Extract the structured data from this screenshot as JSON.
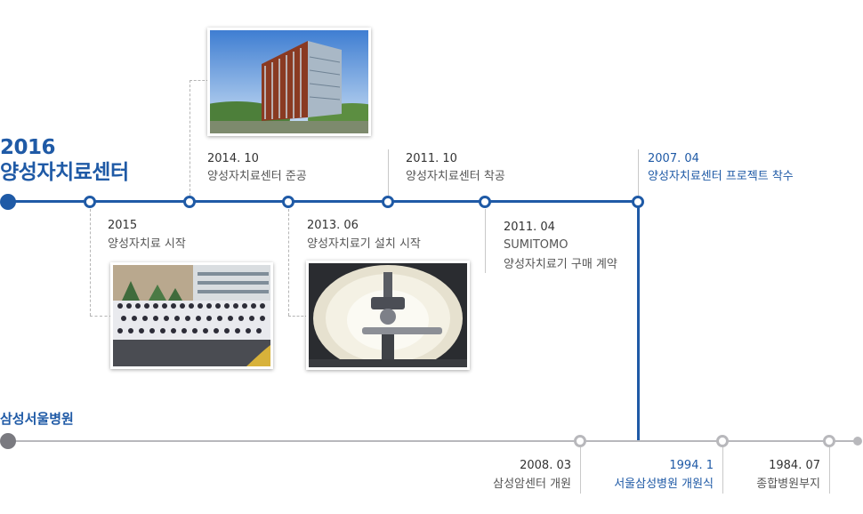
{
  "top_timeline": {
    "title_year": "2016",
    "title_name": "양성자치료센터",
    "events": [
      {
        "date": "2015",
        "desc": "양성자치료 시작"
      },
      {
        "date": "2014. 10",
        "desc": "양성자치료센터 준공"
      },
      {
        "date": "2013. 06",
        "desc": "양성자치료기 설치 시작"
      },
      {
        "date": "2011. 10",
        "desc": "양성자치료센터 착공"
      },
      {
        "date": "2011. 04",
        "desc_line1": "SUMITOMO",
        "desc_line2": "양성자치료기 구매 계약"
      },
      {
        "date": "2007. 04",
        "desc": "양성자치료센터 프로젝트 착수"
      }
    ]
  },
  "bottom_timeline": {
    "title": "삼성서울병원",
    "events": [
      {
        "date": "2008. 03",
        "desc": "삼성암센터 개원"
      },
      {
        "date": "1994. 1",
        "desc": "서울삼성병원 개원식"
      },
      {
        "date": "1984. 07",
        "desc": "종합병원부지"
      }
    ]
  },
  "colors": {
    "primary": "#1f5aa6",
    "gray_line": "#b8b8bc",
    "start_gray": "#7a7a80"
  }
}
